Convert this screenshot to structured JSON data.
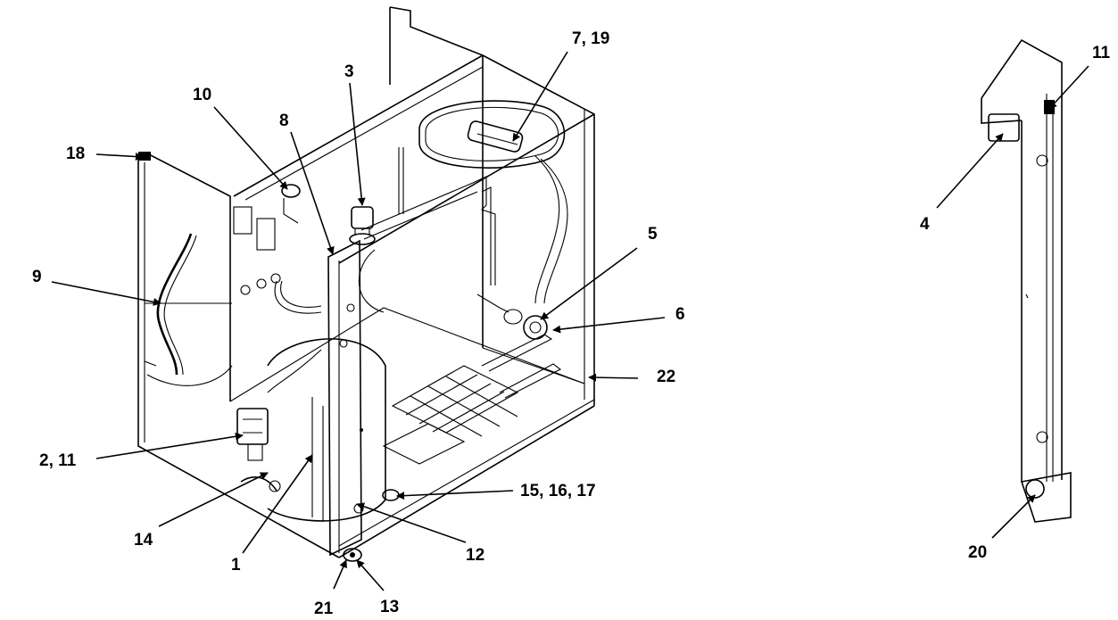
{
  "figure": {
    "type": "exploded-parts-diagram",
    "background": "#ffffff",
    "ink": "#000000"
  },
  "callouts": [
    {
      "id": "c1",
      "text": "1"
    },
    {
      "id": "c2_11",
      "text": "2, 11"
    },
    {
      "id": "c3",
      "text": "3"
    },
    {
      "id": "c4",
      "text": "4"
    },
    {
      "id": "c5",
      "text": "5"
    },
    {
      "id": "c6",
      "text": "6"
    },
    {
      "id": "c7_19",
      "text": "7, 19"
    },
    {
      "id": "c8",
      "text": "8"
    },
    {
      "id": "c9",
      "text": "9"
    },
    {
      "id": "c10",
      "text": "10"
    },
    {
      "id": "c11",
      "text": "11"
    },
    {
      "id": "c12",
      "text": "12"
    },
    {
      "id": "c13",
      "text": "13"
    },
    {
      "id": "c14",
      "text": "14"
    },
    {
      "id": "c15_16_17",
      "text": "15, 16, 17"
    },
    {
      "id": "c18",
      "text": "18"
    },
    {
      "id": "c20",
      "text": "20"
    },
    {
      "id": "c21",
      "text": "21"
    },
    {
      "id": "c22",
      "text": "22"
    }
  ]
}
